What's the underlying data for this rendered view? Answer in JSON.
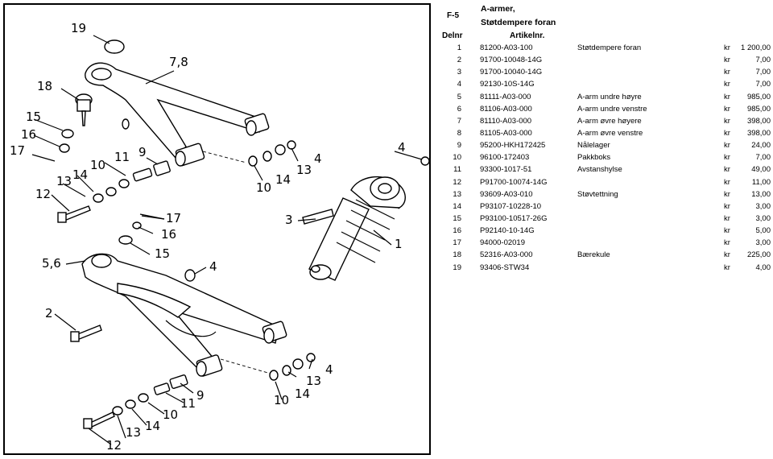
{
  "drawing": {
    "callouts": [
      "19",
      "7,8",
      "18",
      "15",
      "16",
      "17",
      "10",
      "11",
      "9",
      "14",
      "13",
      "12",
      "4",
      "13",
      "14",
      "10",
      "4",
      "3",
      "1",
      "17",
      "16",
      "15",
      "5,6",
      "4",
      "2",
      "13",
      "4",
      "14",
      "10",
      "9",
      "11",
      "10",
      "14",
      "13",
      "12"
    ]
  },
  "catalog": {
    "section_code": "F-5",
    "title_line1": "A-armer,",
    "title_line2": "Støtdempere foran",
    "col_delnr": "Delnr",
    "col_artikelnr": "Artikelnr.",
    "currency": "kr",
    "rows": [
      {
        "nr": "1",
        "art": "81200-A03-100",
        "desc": "Støtdempere foran",
        "price": "1 200,00"
      },
      {
        "nr": "2",
        "art": "91700-10048-14G",
        "desc": "",
        "price": "7,00"
      },
      {
        "nr": "3",
        "art": "91700-10040-14G",
        "desc": "",
        "price": "7,00"
      },
      {
        "nr": "4",
        "art": "92130-10S-14G",
        "desc": "",
        "price": "7,00"
      },
      {
        "nr": "5",
        "art": "81111-A03-000",
        "desc": "A-arm undre høyre",
        "price": "985,00"
      },
      {
        "nr": "6",
        "art": "81106-A03-000",
        "desc": "A-arm undre venstre",
        "price": "985,00"
      },
      {
        "nr": "7",
        "art": "81110-A03-000",
        "desc": "A-arm øvre høyere",
        "price": "398,00"
      },
      {
        "nr": "8",
        "art": "81105-A03-000",
        "desc": "A-arm øvre venstre",
        "price": "398,00"
      },
      {
        "nr": "9",
        "art": "95200-HKH172425",
        "desc": "Nålelager",
        "price": "24,00"
      },
      {
        "nr": "10",
        "art": "96100-172403",
        "desc": "Pakkboks",
        "price": "7,00"
      },
      {
        "nr": "11",
        "art": "93300-1017-51",
        "desc": "Avstanshylse",
        "price": "49,00"
      },
      {
        "nr": "12",
        "art": "P91700-10074-14G",
        "desc": "",
        "price": "11,00"
      },
      {
        "nr": "13",
        "art": "93609-A03-010",
        "desc": "Støvtettning",
        "price": "13,00"
      },
      {
        "nr": "14",
        "art": "P93107-10228-10",
        "desc": "",
        "price": "3,00"
      },
      {
        "nr": "15",
        "art": "P93100-10517-26G",
        "desc": "",
        "price": "3,00"
      },
      {
        "nr": "16",
        "art": "P92140-10-14G",
        "desc": "",
        "price": "5,00"
      },
      {
        "nr": "17",
        "art": "94000-02019",
        "desc": "",
        "price": "3,00"
      },
      {
        "nr": "18",
        "art": "52316-A03-000",
        "desc": "Bærekule",
        "price": "225,00"
      },
      {
        "nr": "19",
        "art": "93406-STW34",
        "desc": "",
        "price": "4,00"
      }
    ]
  }
}
